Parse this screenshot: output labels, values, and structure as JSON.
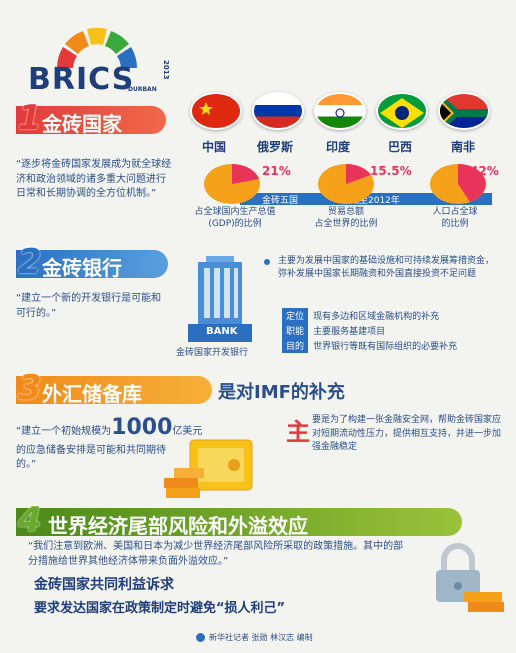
{
  "logo": {
    "word": "BRICS",
    "sub": "DURBAN",
    "year": "2013"
  },
  "sec1": {
    "num": "1",
    "title": "金砖国家",
    "quote": "“逐步将金砖国家发展成为就全球经济和政治领域的诸多重大问题进行日常和长期协调的全方位机制。”",
    "countries": [
      "中国",
      "俄罗斯",
      "印度",
      "巴西",
      "南非"
    ],
    "pcts": [
      "21%",
      "15.5%",
      "42%"
    ],
    "band_left": "金砖五国",
    "band_right": "截至2012年",
    "captions": [
      "占全球国内生产总值\n(GDP)的比例",
      "贸易总额\n占全世界的比例",
      "人口占全球\n的比例"
    ]
  },
  "sec2": {
    "num": "2",
    "title": "金砖银行",
    "quote": "“建立一个新的开发银行是可能和可行的。”",
    "bank_label": "BANK",
    "building_caption": "金砖国家开发银行",
    "main": "主要为发展中国家的基础设施和可持续发展筹措资金，弥补发展中国家长期融资和外国直接投资不足问题",
    "rows": [
      {
        "tag": "定位",
        "text": "现有多边和区域金融机构的补充"
      },
      {
        "tag": "职能",
        "text": "主要服务基建项目"
      },
      {
        "tag": "目的",
        "text": "世界银行等既有国际组织的必要补充"
      }
    ]
  },
  "sec3": {
    "num": "3",
    "title": "外汇储备库",
    "subtitle": "是对IMF的补充",
    "quote_a": "“建立一个初始规模为",
    "amount": "1000",
    "unit": "亿美元",
    "quote_b": "的应急储备安排是可能和共同期待的。”",
    "big_char": "主",
    "body": "要是为了构建一张金融安全网，帮助金砖国家应对短期流动性压力，提供相互支持，并进一步加强金融稳定"
  },
  "sec4": {
    "num": "4",
    "title": "世界经济尾部风险和外溢效应",
    "quote": "“我们注意到欧洲、美国和日本为减少世界经济尾部风险所采取的政策措施。其中的部分措施给世界其他经济体带来负面外溢效应。”",
    "line1": "金砖国家共同利益诉求",
    "line2": "要求发达国家在政策制定时避免“损人利己”"
  },
  "footer": "新华社记者 张勋 林汉志 编制",
  "colors": {
    "red": "#e23a3a",
    "blue": "#2a6fc0",
    "orange": "#f08a1a",
    "green": "#6aa82a",
    "text": "#2a4f8a"
  }
}
